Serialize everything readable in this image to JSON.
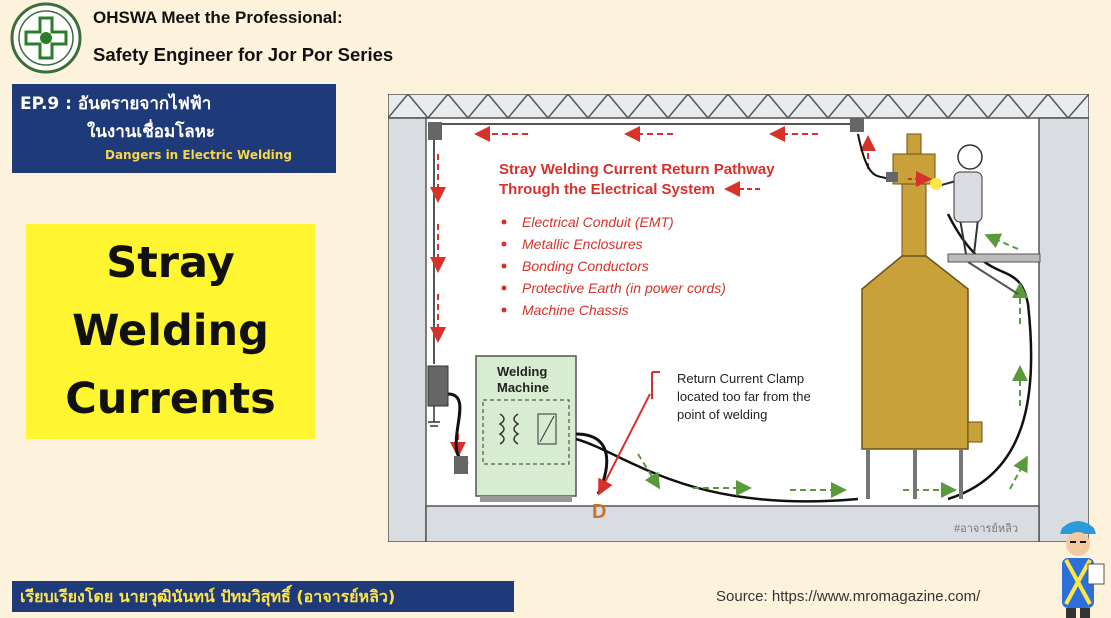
{
  "header": {
    "line1": "OHSWA Meet the Professional:",
    "line2": "Safety Engineer for Jor Por Series"
  },
  "episode": {
    "line1": "EP.9 : อันตรายจากไฟฟ้า",
    "line2": "ในงานเชื่อมโลหะ",
    "line3": "Dangers in Electric Welding"
  },
  "topic": {
    "word1": "Stray",
    "word2": "Welding",
    "word3": "Currents"
  },
  "diagram": {
    "title_line1": "Stray Welding Current Return Pathway",
    "title_line2": "Through the Electrical System",
    "bullets": [
      "Electrical Conduit (EMT)",
      "Metallic Enclosures",
      "Bonding Conductors",
      "Protective Earth (in power cords)",
      "Machine Chassis"
    ],
    "machine_label_line1": "Welding",
    "machine_label_line2": "Machine",
    "clamp_note_line1": "Return Current Clamp",
    "clamp_note_line2": "located too far from the",
    "clamp_note_line3": "point of welding",
    "clamp_letter": "D",
    "hashtag": "#อาจารย์หลิว"
  },
  "footer": {
    "author": "เรียบเรียงโดย นายวุฒินันทน์ ปัทมวิสุทธิ์ (อาจารย์หลิว)",
    "source": "Source: https://www.mromagazine.com/"
  },
  "colors": {
    "background": "#fdf2dc",
    "navy": "#1f3a78",
    "yellow_box": "#fff631",
    "red_text": "#d8312a",
    "tank_gold": "#c9a13a"
  }
}
